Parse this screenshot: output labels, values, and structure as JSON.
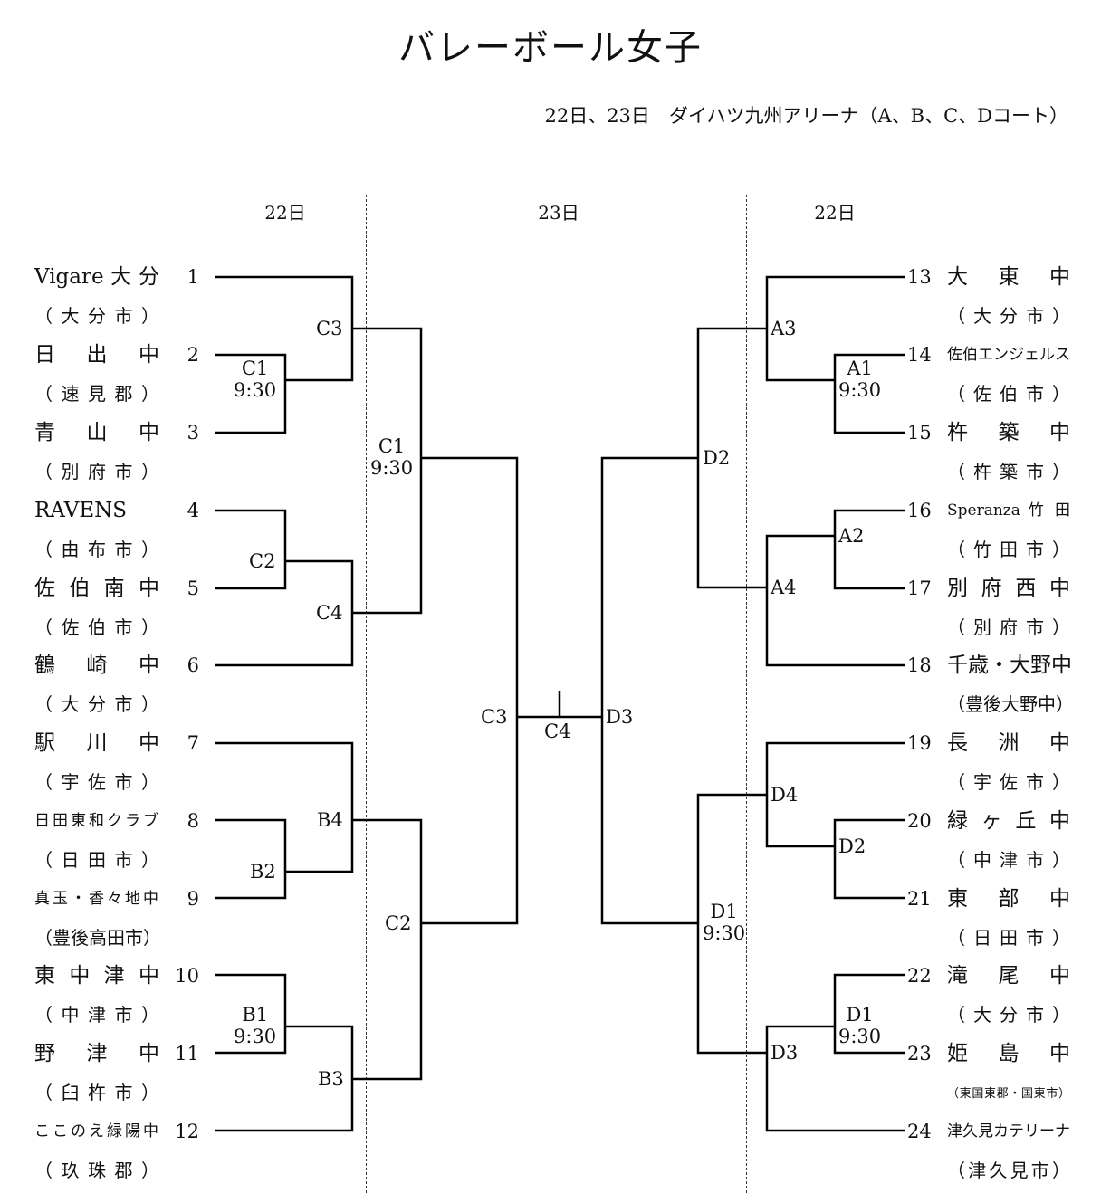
{
  "title": "バレーボール女子",
  "subtitle": "22日、23日　ダイハツ九州アリーナ（A、B、C、Dコート）",
  "day_labels": {
    "left": "22日",
    "center": "23日",
    "right": "22日"
  },
  "left_teams": [
    {
      "seed": "1",
      "name": "Vigare 大 分",
      "city": "（ 大 分 市 ）"
    },
    {
      "seed": "2",
      "name": "日　出　中",
      "city": "（ 速 見 郡 ）"
    },
    {
      "seed": "3",
      "name": "青　山　中",
      "city": "（ 別 府 市 ）"
    },
    {
      "seed": "4",
      "name": "RAVENS",
      "city": "（ 由 布 市 ）"
    },
    {
      "seed": "5",
      "name": "佐 伯 南 中",
      "city": "（ 佐 伯 市 ）"
    },
    {
      "seed": "6",
      "name": "鶴　崎　中",
      "city": "（ 大 分 市 ）"
    },
    {
      "seed": "7",
      "name": "駅　川　中",
      "city": "（ 宇 佐 市 ）"
    },
    {
      "seed": "8",
      "name": "日田東和クラブ",
      "city": "（ 日 田 市 ）"
    },
    {
      "seed": "9",
      "name": "真玉・香々地中",
      "city": "（豊後高田市）"
    },
    {
      "seed": "10",
      "name": "東 中 津 中",
      "city": "（ 中 津 市 ）"
    },
    {
      "seed": "11",
      "name": "野　津　中",
      "city": "（ 臼 杵 市 ）"
    },
    {
      "seed": "12",
      "name": "ここのえ緑陽中",
      "city": "（ 玖 珠 郡 ）"
    }
  ],
  "right_teams": [
    {
      "seed": "13",
      "name": "大　東　中",
      "city": "（ 大 分 市 ）"
    },
    {
      "seed": "14",
      "name": "佐伯エンジェルス",
      "city": "（ 佐 伯 市 ）"
    },
    {
      "seed": "15",
      "name": "杵　築　中",
      "city": "（ 杵 築 市 ）"
    },
    {
      "seed": "16",
      "name": "Speranza 竹 田",
      "city": "（ 竹 田 市 ）"
    },
    {
      "seed": "17",
      "name": "別 府 西 中",
      "city": "（ 別 府 市 ）"
    },
    {
      "seed": "18",
      "name": "千歳・大野中",
      "city": "（豊後大野中）"
    },
    {
      "seed": "19",
      "name": "長　洲　中",
      "city": "（ 宇 佐 市 ）"
    },
    {
      "seed": "20",
      "name": "緑 ヶ 丘 中",
      "city": "（ 中 津 市 ）"
    },
    {
      "seed": "21",
      "name": "東　部　中",
      "city": "（ 日 田 市 ）"
    },
    {
      "seed": "22",
      "name": "滝　尾　中",
      "city": "（ 大 分 市 ）"
    },
    {
      "seed": "23",
      "name": "姫　島　中",
      "city": "（東国東郡・国東市）"
    },
    {
      "seed": "24",
      "name": "津久見カテリーナ",
      "city": "（津久見市）"
    }
  ],
  "match_labels": {
    "l_c3_r1": "C3",
    "l_c1_r1": "C1\n9:30",
    "l_c2_r1": "C2",
    "l_c4_r2": "C4",
    "l_c1_r2": "C1\n9:30",
    "l_b4_r2": "B4",
    "l_b2_r1": "B2",
    "l_c2_r3": "C2",
    "l_b1_r1": "B1\n9:30",
    "l_b3_r2": "B3",
    "c_c3": "C3",
    "c_c4": "C4",
    "c_d3": "D3",
    "r_a3": "A3",
    "r_a1": "A1\n9:30",
    "r_d2_r3": "D2",
    "r_a2": "A2",
    "r_a4": "A4",
    "r_d4": "D4",
    "r_d2_r1": "D2",
    "r_d1_r3": "D1\n9:30",
    "r_d1_r1": "D1\n9:30",
    "r_d3": "D3"
  }
}
